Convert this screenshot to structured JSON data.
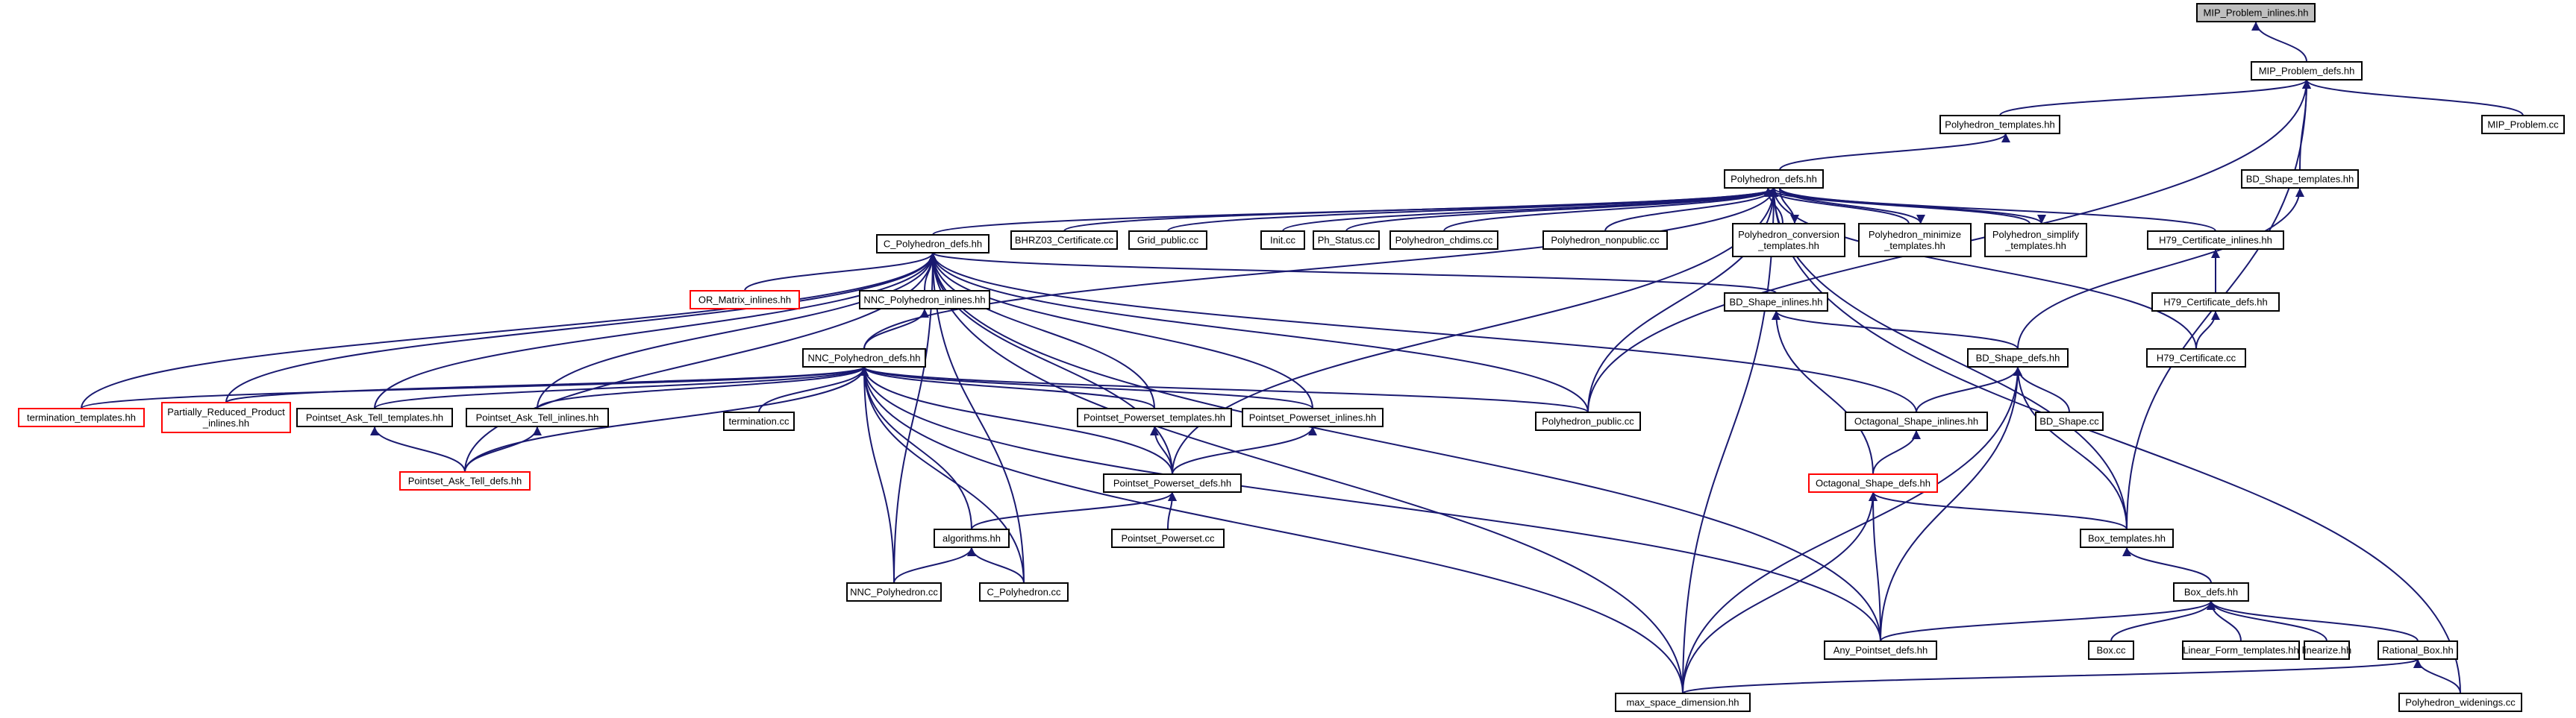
{
  "graph": {
    "colors": {
      "edge": "#191970",
      "node_border": "#000000",
      "red_border": "#ff0000",
      "root_fill": "#bfbfbf"
    },
    "nodes": [
      {
        "id": "mip_inlines",
        "lines": [
          "MIP_Problem_inlines.hh"
        ],
        "root": true
      },
      {
        "id": "mip_defs",
        "lines": [
          "MIP_Problem_defs.hh"
        ]
      },
      {
        "id": "poly_templates",
        "lines": [
          "Polyhedron_templates.hh"
        ]
      },
      {
        "id": "mip_cc",
        "lines": [
          "MIP_Problem.cc"
        ]
      },
      {
        "id": "bd_templates",
        "lines": [
          "BD_Shape_templates.hh"
        ]
      },
      {
        "id": "poly_defs",
        "lines": [
          "Polyhedron_defs.hh"
        ]
      },
      {
        "id": "cpoly_defs",
        "lines": [
          "C_Polyhedron_defs.hh"
        ]
      },
      {
        "id": "bhrz",
        "lines": [
          "BHRZ03_Certificate.cc"
        ]
      },
      {
        "id": "grid_public",
        "lines": [
          "Grid_public.cc"
        ]
      },
      {
        "id": "init",
        "lines": [
          "Init.cc"
        ]
      },
      {
        "id": "ph_status",
        "lines": [
          "Ph_Status.cc"
        ]
      },
      {
        "id": "poly_chdims",
        "lines": [
          "Polyhedron_chdims.cc"
        ]
      },
      {
        "id": "poly_nonpublic",
        "lines": [
          "Polyhedron_nonpublic.cc"
        ]
      },
      {
        "id": "poly_conversion",
        "lines": [
          "Polyhedron_conversion",
          "_templates.hh"
        ]
      },
      {
        "id": "poly_minimize",
        "lines": [
          "Polyhedron_minimize",
          "_templates.hh"
        ]
      },
      {
        "id": "poly_simplify",
        "lines": [
          "Polyhedron_simplify",
          "_templates.hh"
        ]
      },
      {
        "id": "h79_inlines",
        "lines": [
          "H79_Certificate_inlines.hh"
        ]
      },
      {
        "id": "or_matrix",
        "lines": [
          "OR_Matrix_inlines.hh"
        ],
        "red": true
      },
      {
        "id": "nnc_inlines",
        "lines": [
          "NNC_Polyhedron_inlines.hh"
        ]
      },
      {
        "id": "bd_inlines",
        "lines": [
          "BD_Shape_inlines.hh"
        ]
      },
      {
        "id": "h79_defs",
        "lines": [
          "H79_Certificate_defs.hh"
        ]
      },
      {
        "id": "nnc_defs",
        "lines": [
          "NNC_Polyhedron_defs.hh"
        ]
      },
      {
        "id": "bd_defs",
        "lines": [
          "BD_Shape_defs.hh"
        ]
      },
      {
        "id": "h79_cc",
        "lines": [
          "H79_Certificate.cc"
        ]
      },
      {
        "id": "term_templates",
        "lines": [
          "termination_templates.hh"
        ],
        "red": true
      },
      {
        "id": "partially",
        "lines": [
          "Partially_Reduced_Product",
          "_inlines.hh"
        ],
        "red": true
      },
      {
        "id": "pat_templates",
        "lines": [
          "Pointset_Ask_Tell_templates.hh"
        ]
      },
      {
        "id": "pat_inlines",
        "lines": [
          "Pointset_Ask_Tell_inlines.hh"
        ]
      },
      {
        "id": "termination_cc",
        "lines": [
          "termination.cc"
        ]
      },
      {
        "id": "pp_templates",
        "lines": [
          "Pointset_Powerset_templates.hh"
        ]
      },
      {
        "id": "pp_inlines",
        "lines": [
          "Pointset_Powerset_inlines.hh"
        ]
      },
      {
        "id": "poly_public",
        "lines": [
          "Polyhedron_public.cc"
        ]
      },
      {
        "id": "oct_inlines",
        "lines": [
          "Octagonal_Shape_inlines.hh"
        ]
      },
      {
        "id": "bd_cc",
        "lines": [
          "BD_Shape.cc"
        ]
      },
      {
        "id": "pat_defs",
        "lines": [
          "Pointset_Ask_Tell_defs.hh"
        ],
        "red": true
      },
      {
        "id": "pp_defs",
        "lines": [
          "Pointset_Powerset_defs.hh"
        ]
      },
      {
        "id": "oct_defs",
        "lines": [
          "Octagonal_Shape_defs.hh"
        ],
        "red": true
      },
      {
        "id": "pp_cc",
        "lines": [
          "Pointset_Powerset.cc"
        ]
      },
      {
        "id": "box_templates",
        "lines": [
          "Box_templates.hh"
        ]
      },
      {
        "id": "algorithms",
        "lines": [
          "algorithms.hh"
        ]
      },
      {
        "id": "nnc_cc",
        "lines": [
          "NNC_Polyhedron.cc"
        ]
      },
      {
        "id": "cpoly_cc",
        "lines": [
          "C_Polyhedron.cc"
        ]
      },
      {
        "id": "box_defs",
        "lines": [
          "Box_defs.hh"
        ]
      },
      {
        "id": "box_cc",
        "lines": [
          "Box.cc"
        ]
      },
      {
        "id": "linear_form",
        "lines": [
          "Linear_Form_templates.hh"
        ]
      },
      {
        "id": "linearize",
        "lines": [
          "linearize.hh"
        ]
      },
      {
        "id": "rational_box",
        "lines": [
          "Rational_Box.hh"
        ]
      },
      {
        "id": "any_pointset",
        "lines": [
          "Any_Pointset_defs.hh"
        ]
      },
      {
        "id": "max_space",
        "lines": [
          "max_space_dimension.hh"
        ]
      },
      {
        "id": "poly_widenings",
        "lines": [
          "Polyhedron_widenings.cc"
        ]
      }
    ],
    "edges": [
      [
        "mip_defs",
        "mip_inlines"
      ],
      [
        "poly_templates",
        "mip_defs"
      ],
      [
        "mip_cc",
        "mip_defs"
      ],
      [
        "bd_templates",
        "mip_defs"
      ],
      [
        "box_templates",
        "mip_defs"
      ],
      [
        "poly_public",
        "mip_defs"
      ],
      [
        "poly_defs",
        "poly_templates"
      ],
      [
        "cpoly_defs",
        "poly_defs"
      ],
      [
        "bhrz",
        "poly_defs"
      ],
      [
        "grid_public",
        "poly_defs"
      ],
      [
        "init",
        "poly_defs"
      ],
      [
        "ph_status",
        "poly_defs"
      ],
      [
        "poly_chdims",
        "poly_defs"
      ],
      [
        "poly_nonpublic",
        "poly_defs"
      ],
      [
        "poly_conversion",
        "poly_defs"
      ],
      [
        "poly_defs",
        "poly_conversion"
      ],
      [
        "poly_minimize",
        "poly_defs"
      ],
      [
        "poly_defs",
        "poly_minimize"
      ],
      [
        "poly_simplify",
        "poly_defs"
      ],
      [
        "poly_defs",
        "poly_simplify"
      ],
      [
        "h79_inlines",
        "poly_defs"
      ],
      [
        "h79_cc",
        "poly_defs"
      ],
      [
        "nnc_defs",
        "poly_defs"
      ],
      [
        "poly_public",
        "poly_defs"
      ],
      [
        "pp_defs",
        "poly_defs"
      ],
      [
        "box_templates",
        "poly_defs"
      ],
      [
        "max_space",
        "poly_defs"
      ],
      [
        "poly_widenings",
        "poly_defs"
      ],
      [
        "bd_defs",
        "bd_templates"
      ],
      [
        "h79_defs",
        "h79_inlines"
      ],
      [
        "h79_cc",
        "h79_defs"
      ],
      [
        "or_matrix",
        "cpoly_defs"
      ],
      [
        "nnc_inlines",
        "cpoly_defs"
      ],
      [
        "bd_inlines",
        "cpoly_defs"
      ],
      [
        "term_templates",
        "cpoly_defs"
      ],
      [
        "partially",
        "cpoly_defs"
      ],
      [
        "pat_templates",
        "cpoly_defs"
      ],
      [
        "pat_inlines",
        "cpoly_defs"
      ],
      [
        "pat_defs",
        "cpoly_defs"
      ],
      [
        "pp_templates",
        "cpoly_defs"
      ],
      [
        "pp_inlines",
        "cpoly_defs"
      ],
      [
        "pp_defs",
        "cpoly_defs"
      ],
      [
        "poly_public",
        "cpoly_defs"
      ],
      [
        "oct_inlines",
        "cpoly_defs"
      ],
      [
        "nnc_cc",
        "cpoly_defs"
      ],
      [
        "cpoly_cc",
        "cpoly_defs"
      ],
      [
        "any_pointset",
        "cpoly_defs"
      ],
      [
        "max_space",
        "cpoly_defs"
      ],
      [
        "nnc_defs",
        "nnc_inlines"
      ],
      [
        "bd_defs",
        "bd_inlines"
      ],
      [
        "oct_defs",
        "bd_inlines"
      ],
      [
        "term_templates",
        "nnc_defs"
      ],
      [
        "partially",
        "nnc_defs"
      ],
      [
        "pat_templates",
        "nnc_defs"
      ],
      [
        "pat_inlines",
        "nnc_defs"
      ],
      [
        "termination_cc",
        "nnc_defs"
      ],
      [
        "pp_templates",
        "nnc_defs"
      ],
      [
        "pp_inlines",
        "nnc_defs"
      ],
      [
        "poly_public",
        "nnc_defs"
      ],
      [
        "pat_defs",
        "nnc_defs"
      ],
      [
        "pp_defs",
        "nnc_defs"
      ],
      [
        "algorithms",
        "nnc_defs"
      ],
      [
        "nnc_cc",
        "nnc_defs"
      ],
      [
        "cpoly_cc",
        "nnc_defs"
      ],
      [
        "any_pointset",
        "nnc_defs"
      ],
      [
        "max_space",
        "nnc_defs"
      ],
      [
        "oct_inlines",
        "bd_defs"
      ],
      [
        "bd_cc",
        "bd_defs"
      ],
      [
        "box_templates",
        "bd_defs"
      ],
      [
        "any_pointset",
        "bd_defs"
      ],
      [
        "max_space",
        "bd_defs"
      ],
      [
        "pat_defs",
        "pat_templates"
      ],
      [
        "pat_defs",
        "pat_inlines"
      ],
      [
        "pp_defs",
        "pp_templates"
      ],
      [
        "pp_defs",
        "pp_inlines"
      ],
      [
        "oct_defs",
        "oct_inlines"
      ],
      [
        "pp_cc",
        "pp_defs"
      ],
      [
        "algorithms",
        "pp_defs"
      ],
      [
        "box_templates",
        "oct_defs"
      ],
      [
        "any_pointset",
        "oct_defs"
      ],
      [
        "max_space",
        "oct_defs"
      ],
      [
        "nnc_cc",
        "algorithms"
      ],
      [
        "cpoly_cc",
        "algorithms"
      ],
      [
        "box_defs",
        "box_templates"
      ],
      [
        "box_cc",
        "box_defs"
      ],
      [
        "linear_form",
        "box_defs"
      ],
      [
        "linearize",
        "box_defs"
      ],
      [
        "rational_box",
        "box_defs"
      ],
      [
        "any_pointset",
        "box_defs"
      ],
      [
        "max_space",
        "rational_box"
      ],
      [
        "poly_widenings",
        "rational_box"
      ]
    ]
  }
}
